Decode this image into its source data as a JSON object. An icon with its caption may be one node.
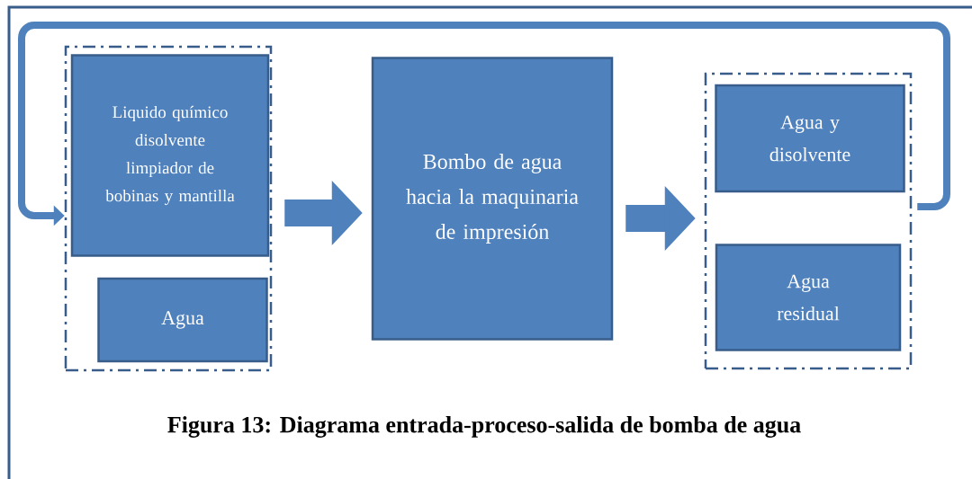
{
  "diagram": {
    "caption": "Figura 13: Diagrama entrada-proceso-salida de bomba de agua",
    "nodes": [
      {
        "text": [],
        "shape": "box"
      },
      {
        "text": [
          "Liquido químico disolvente limpiador de bobinas y mantilla"
        ],
        "in": 0
      },
      {
        "text": [
          "Agua"
        ],
        "in": 0
      },
      {
        "text": [
          "Bombo de agua hacia la maquinaria de impresión"
        ]
      },
      {
        "text": [],
        "shape": "box"
      },
      {
        "text": [
          "Agua y disolvente"
        ],
        "in": 4
      },
      {
        "text": [
          "Agua residual"
        ],
        "in": 4
      }
    ],
    "edges": [
      {
        "from": 0,
        "to": 3,
        "arrow": "to"
      },
      {
        "from": 3,
        "to": 4,
        "arrow": "to"
      },
      {
        "from": 4,
        "to": 0,
        "arrow": "to"
      }
    ]
  }
}
